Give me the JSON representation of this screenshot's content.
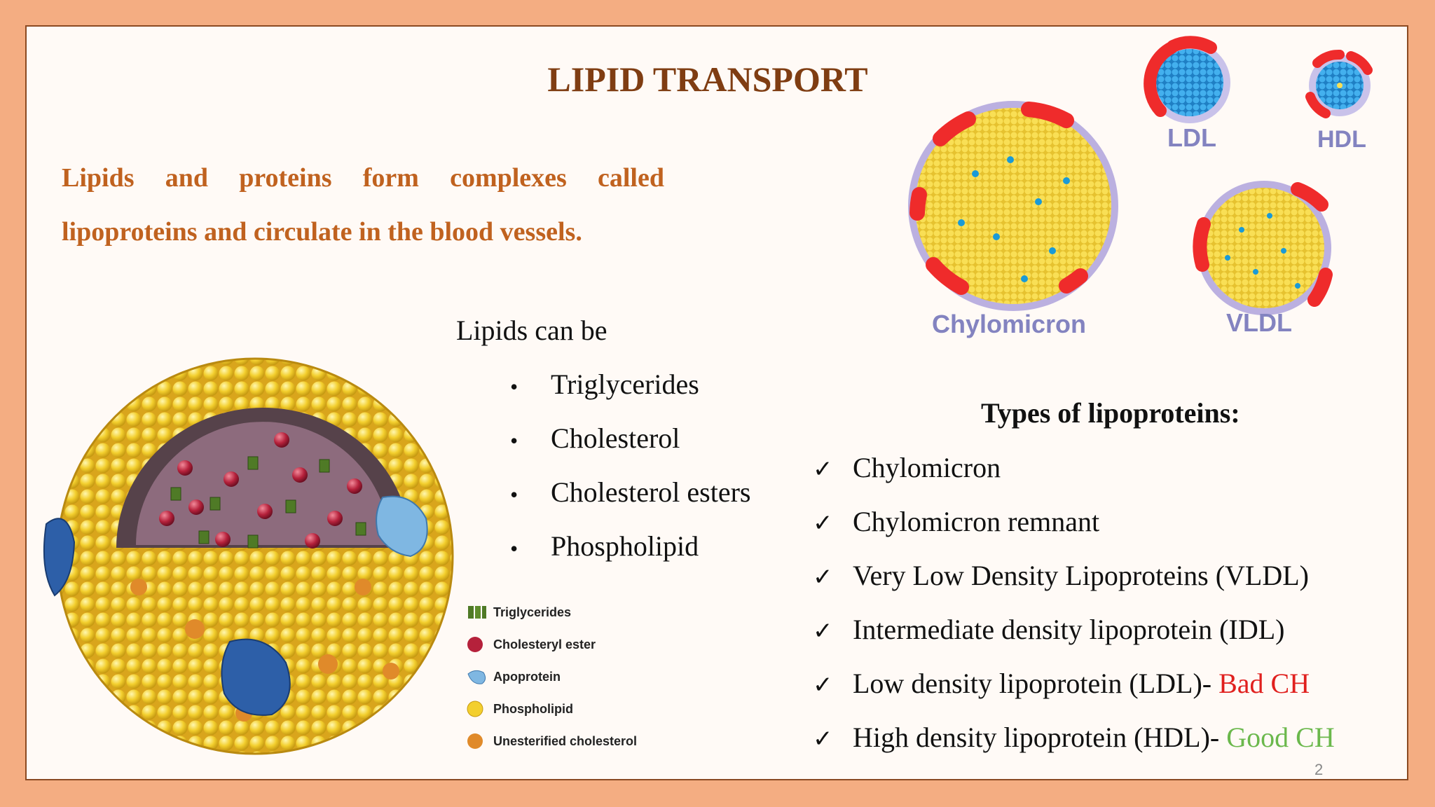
{
  "slide": {
    "title": "LIPID TRANSPORT",
    "intro_words": [
      "Lipids",
      "and",
      "proteins",
      "form",
      "complexes",
      "called"
    ],
    "intro_line2": "lipoproteins and circulate in the blood vessels.",
    "lipids_heading": "Lipids can be",
    "lipid_types": [
      "Triglycerides",
      "Cholesterol",
      "Cholesterol esters",
      "Phospholipid"
    ],
    "types_heading": "Types of lipoproteins:",
    "lipoprotein_types": [
      "Chylomicron",
      "Chylomicron remnant",
      "Very Low Density Lipoproteins (VLDL)",
      "Intermediate density lipoprotein (IDL)"
    ],
    "ldl_item": "Low density lipoprotein (LDL)-",
    "ldl_note": "Bad CH",
    "hdl_item": "High density lipoprotein (HDL)-",
    "hdl_note": "Good CH",
    "page_number": "2"
  },
  "legend": [
    "Triglycerides",
    "Cholesteryl ester",
    "Apoprotein",
    "Phospholipid",
    "Unesterified cholesterol"
  ],
  "lipoprotein_diagram": {
    "labels": {
      "chylomicron": "Chylomicron",
      "ldl": "LDL",
      "hdl": "HDL",
      "vldl": "VLDL"
    }
  },
  "colors": {
    "title": "#7f3d12",
    "intro": "#c0621f",
    "bad": "#e0201e",
    "good": "#6bb84c",
    "frame": "#f4ad82",
    "phospholipid": "#f3cf2e",
    "apoprotein": "#2d5fa8",
    "ester": "#b5213b"
  }
}
